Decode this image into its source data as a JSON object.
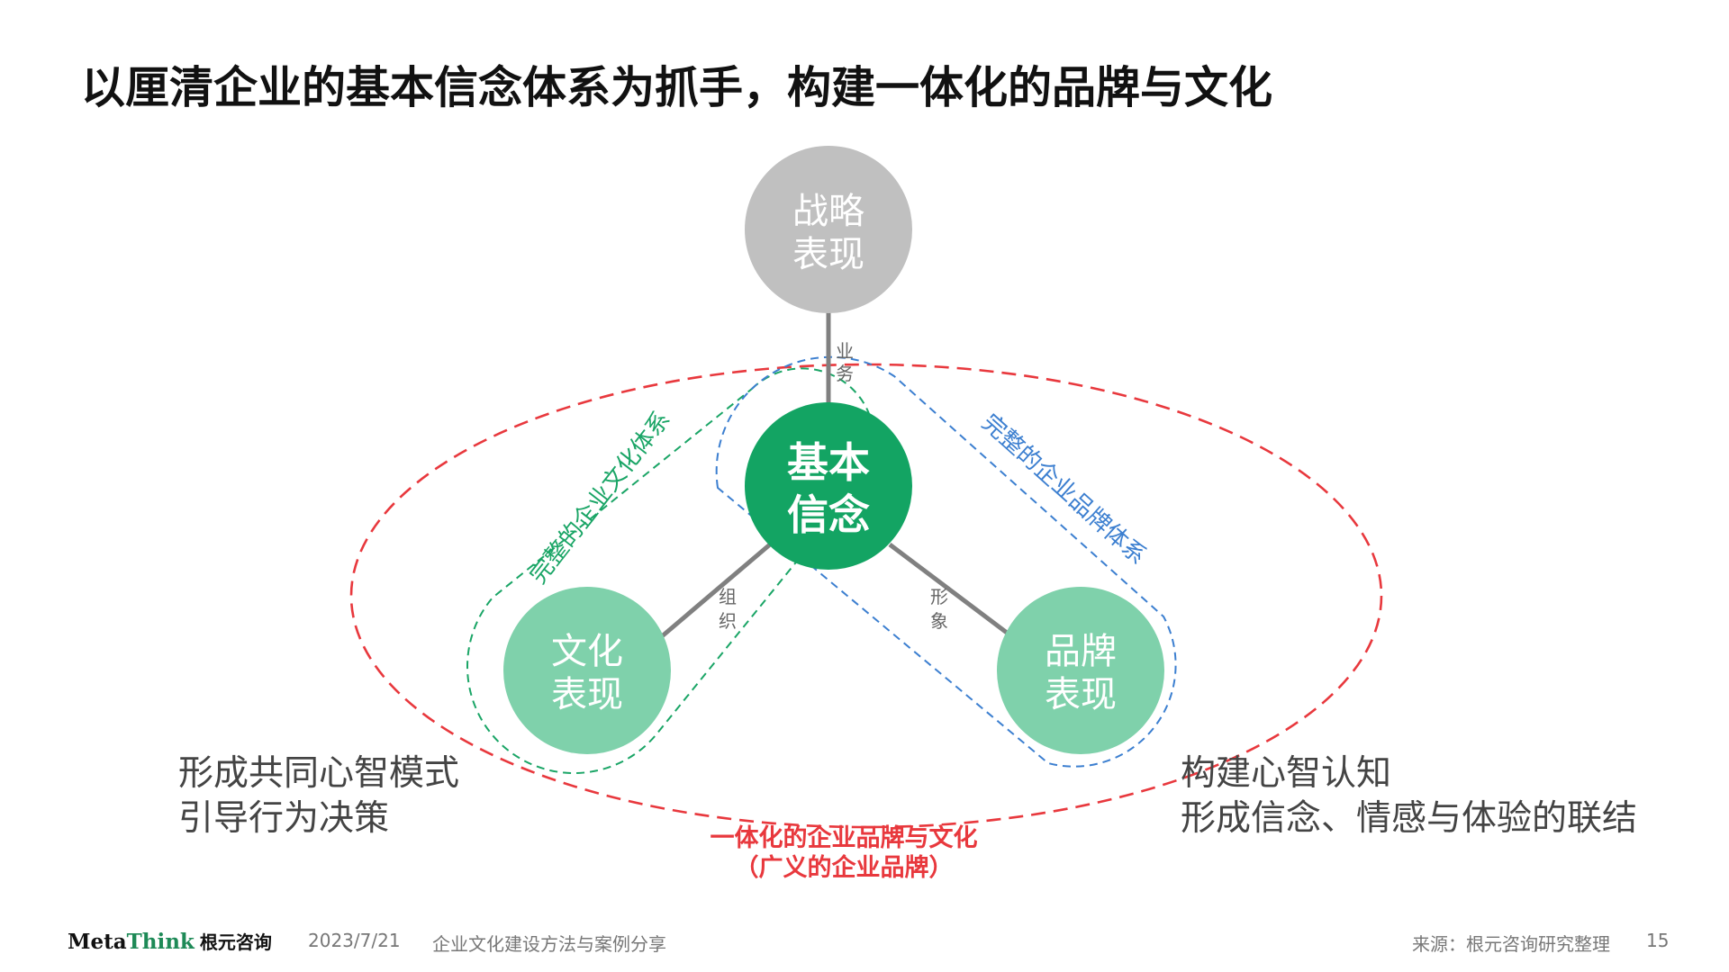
{
  "title": "以厘清企业的基本信念体系为抓手，构建一体化的品牌与文化",
  "diagram": {
    "nodes": {
      "strategy": [
        "战略",
        "表现"
      ],
      "core": [
        "基本",
        "信念"
      ],
      "culture": [
        "文化",
        "表现"
      ],
      "brand": [
        "品牌",
        "表现"
      ]
    },
    "edge_labels": {
      "business": [
        "业",
        "务"
      ],
      "organization": [
        "组",
        "织"
      ],
      "image": [
        "形",
        "象"
      ]
    },
    "culture_system_label": "完整的企业文化体系",
    "brand_system_label": "完整的企业品牌体系",
    "integrated_label": [
      "一体化的企业品牌与文化",
      "（广义的企业品牌）"
    ],
    "colors": {
      "strategy": "#c0c0c0",
      "core": "#13a463",
      "outer_nodes": "#7fd1ab",
      "culture_dash": "#1aa566",
      "brand_dash": "#3c7fd0",
      "integrated_dash": "#e8383d",
      "connector": "#808080"
    }
  },
  "left_desc": [
    "形成共同心智模式",
    "引导行为决策"
  ],
  "right_desc": [
    "构建心智认知",
    "形成信念、情感与体验的联结"
  ],
  "footer": {
    "logo_meta": "Meta",
    "logo_think": "Think",
    "logo_cn": "根元咨询",
    "date": "2023/7/21",
    "doc_title": "企业文化建设方法与案例分享",
    "source": "来源：根元咨询研究整理",
    "page": "15"
  }
}
